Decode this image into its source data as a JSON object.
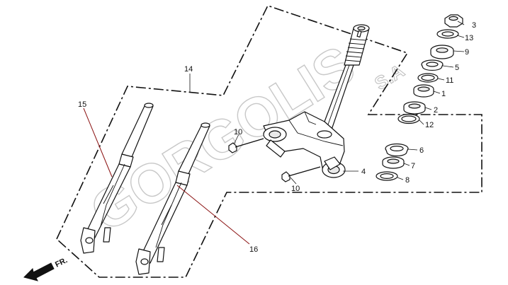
{
  "watermark": {
    "brand": "GORGOLIS",
    "suffix": "S.A"
  },
  "direction_label": "FR.",
  "callouts": {
    "c1": "1",
    "c2": "2",
    "c3": "3",
    "c4": "4",
    "c5": "5",
    "c6": "6",
    "c7": "7",
    "c8": "8",
    "c9": "9",
    "c10a": "10",
    "c10b": "10",
    "c11": "11",
    "c12": "12",
    "c13": "13",
    "c14": "14",
    "c15": "15",
    "c16": "16"
  },
  "colors": {
    "leader_highlight": "#8a1010",
    "line": "#111111",
    "watermark_outline": "#c8c8c8"
  }
}
